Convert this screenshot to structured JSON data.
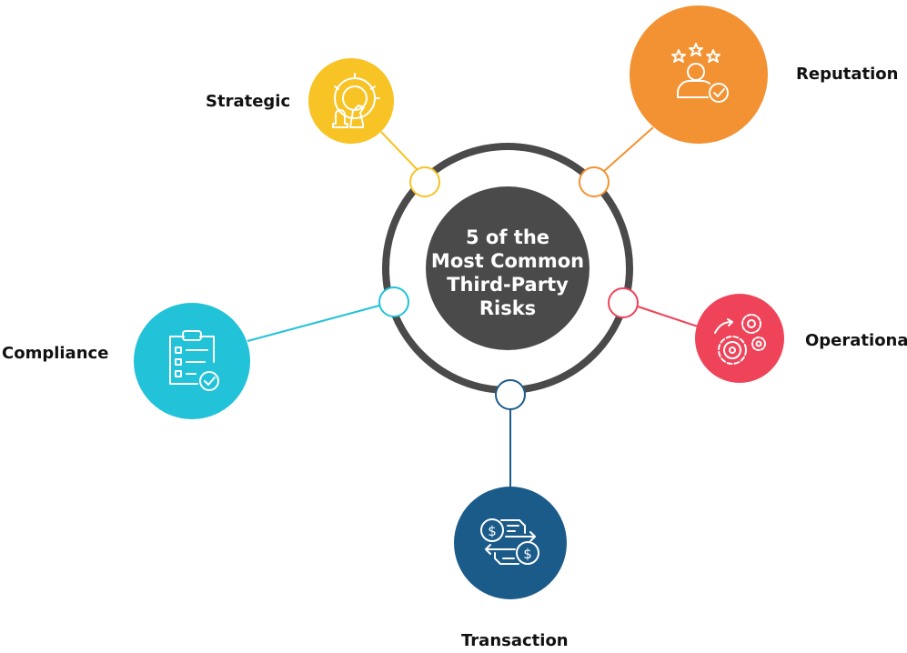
{
  "center": {
    "lines": [
      "5 of the",
      "Most Common",
      "Third-Party",
      "Risks"
    ]
  },
  "nodes": [
    {
      "key": "strategic",
      "label": "Strategic",
      "color": "#F7C325",
      "icon": "gear-chess-icon"
    },
    {
      "key": "reputation",
      "label": "Reputation",
      "color": "#F39232",
      "icon": "user-stars-icon"
    },
    {
      "key": "operational",
      "label": "Operational",
      "color": "#EE4358",
      "icon": "gears-icon"
    },
    {
      "key": "transaction",
      "label": "Transaction",
      "color": "#1B5B8A",
      "icon": "money-exchange-icon"
    },
    {
      "key": "compliance",
      "label": "Compliance",
      "color": "#22C2D8",
      "icon": "checklist-icon"
    }
  ],
  "colors": {
    "ring": "#4A4A4A",
    "center_fill": "#4A4A4A"
  }
}
